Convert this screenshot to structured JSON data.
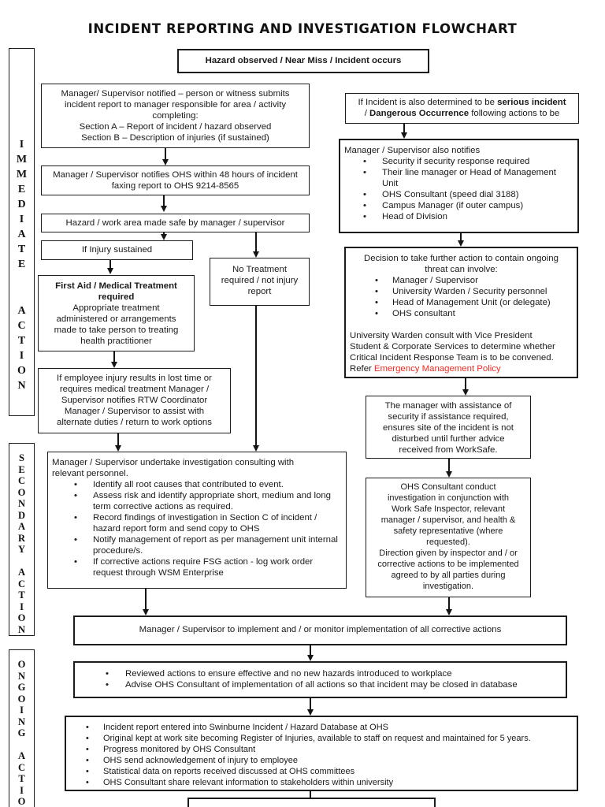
{
  "page": {
    "title": "INCIDENT REPORTING AND INVESTIGATION FLOWCHART"
  },
  "colors": {
    "link_red": "#ee2b20",
    "line_black": "#141414"
  },
  "sidebar": {
    "immediate": {
      "word1": "IMMEDIATE",
      "word2": "ACTION"
    },
    "secondary": {
      "word1": "SECONDARY",
      "word2": "ACTION"
    },
    "ongoing": {
      "word1": "ONGOING",
      "word2": "ACTION"
    }
  },
  "flow": {
    "start": "Hazard observed / Near Miss / Incident occurs",
    "notified": "Manager/ Supervisor notified – person or witness submits\nincident report to manager responsible for area / activity\ncompleting:\nSection A – Report of incident / hazard observed\nSection B – Description of injuries (if sustained)",
    "ohs48": "Manager / Supervisor notifies OHS within 48 hours of incident\nfaxing report to OHS 9214-8565",
    "made_safe": "Hazard / work area made safe by manager / supervisor",
    "injury": "If Injury sustained",
    "no_treatment": "No Treatment\nrequired / not injury\nreport",
    "first_aid": {
      "title": "First Aid / Medical Treatment\nrequired",
      "body": "Appropriate treatment\nadministered or arrangements\nmade to take person to treating\nhealth practitioner"
    },
    "rtw": "If employee injury results in lost time or\nrequires medical treatment Manager /\nSupervisor notifies RTW Coordinator\nManager / Supervisor to assist with\nalternate duties / return to work options",
    "invest": {
      "intro": "Manager / Supervisor undertake investigation consulting with\nrelevant personnel.",
      "bullets": [
        "Identify all root causes that contributed to event.",
        "Assess risk and identify appropriate short, medium and long term corrective actions as required.",
        "Record findings of investigation in Section C of incident / hazard report form and send copy to OHS",
        "Notify management of report as per management unit internal procedure/s.",
        "If corrective actions require FSG action - log work order request through WSM Enterprise"
      ]
    },
    "implement": "Manager / Supervisor to implement and / or monitor implementation of all corrective actions",
    "review": {
      "bullets": [
        "Reviewed actions to ensure effective and no new hazards introduced to workplace",
        "Advise OHS Consultant of implementation of all actions so that incident may be closed in database"
      ]
    },
    "database": {
      "bullets": [
        "Incident report entered into Swinburne Incident / Hazard Database at OHS",
        "Original kept at work site becoming Register of Injuries, available to staff on request and maintained for 5 years.",
        "Progress monitored by OHS Consultant",
        "OHS send acknowledgement of injury to employee",
        "Statistical data on reports received discussed at OHS committees",
        "OHS Consultant share relevant information to stakeholders within university"
      ]
    },
    "serious": {
      "t1": "If Incident is also determined to be ",
      "b1": "serious incident",
      "t2": "/ ",
      "b2": "Dangerous Occurrence",
      "t3": " following actions to be"
    },
    "notifies": {
      "intro": "Manager / Supervisor also notifies",
      "bullets": [
        "Security if security response required",
        "Their line manager or Head of Management Unit",
        "OHS Consultant (speed dial 3188)",
        "Campus Manager (if outer campus)",
        "Head of Division"
      ]
    },
    "decision": {
      "intro": "Decision to take further action to contain ongoing\nthreat can involve:",
      "bullets": [
        "Manager / Supervisor",
        "University Warden / Security personnel",
        "Head of Management Unit (or delegate)",
        "OHS consultant"
      ],
      "para": "University Warden consult with Vice President\nStudent & Corporate Services to determine whether\nCritical Incident Response Team is to be convened.\nRefer",
      "link": "Emergency Management Policy"
    },
    "site": "The manager with assistance of\nsecurity if assistance required,\nensures site of the incident is not\ndisturbed until further advice\nreceived from WorkSafe.",
    "ohs_invest": "OHS Consultant conduct\ninvestigation in conjunction with\nWork Safe Inspector, relevant\nmanager / supervisor, and health &\nsafety representative (where\nrequested).\nDirection given by inspector and / or\ncorrective actions to be implemented\nagreed to by all parties during\ninvestigation."
  }
}
